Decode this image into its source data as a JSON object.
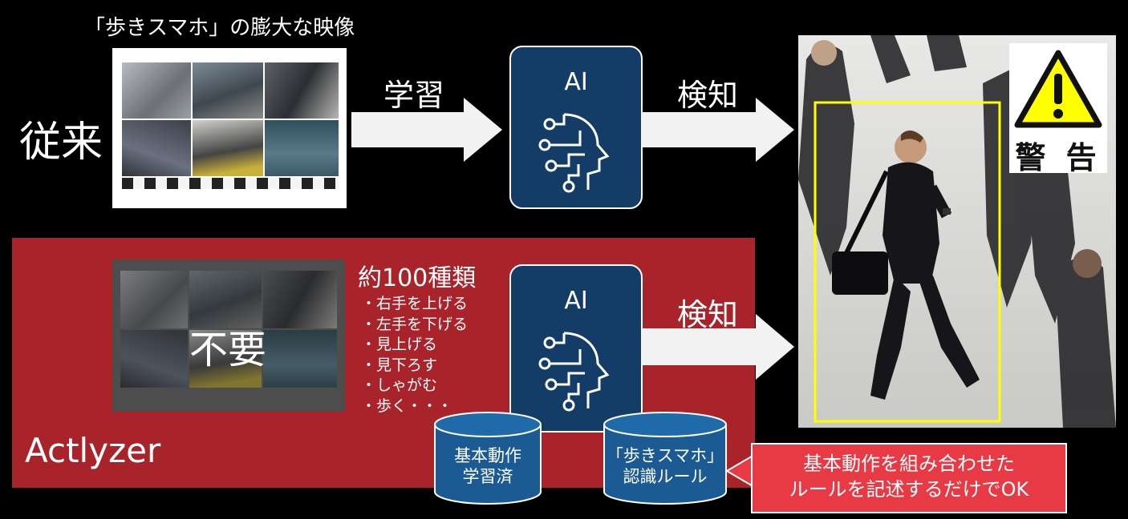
{
  "top_row": {
    "caption": "「歩きスマホ」の膨大な映像",
    "label": "従来",
    "learn_label": "学習",
    "ai_label": "AI",
    "detect_label": "検知"
  },
  "bottom_row": {
    "brand": "Actlyzer",
    "unneeded_label": "不要",
    "count_title": "約100種類",
    "actions": [
      "・右手を上げる",
      "・左手を下げる",
      "・見上げる",
      "・見下ろす",
      "・しゃがむ",
      "・歩く・・・"
    ],
    "ai_label": "AI",
    "detect_label": "検知",
    "db_learned": [
      "基本動作",
      "学習済"
    ],
    "db_rules": [
      "「歩きスマホ」",
      "認識ルール"
    ],
    "callout": [
      "基本動作を組み合わせた",
      "ルールを記述するだけでOK"
    ]
  },
  "warning": {
    "label": "警 告"
  },
  "colors": {
    "red_panel": "#a9232b",
    "ai_box": "#133c66",
    "cylinder": "#1b5a93",
    "callout": "#e83a44",
    "detection_box": "#ffff00"
  },
  "icons": [
    "ai-head-circuit-icon",
    "warning-triangle-icon",
    "database-cylinder-icon",
    "right-arrow-icon"
  ]
}
